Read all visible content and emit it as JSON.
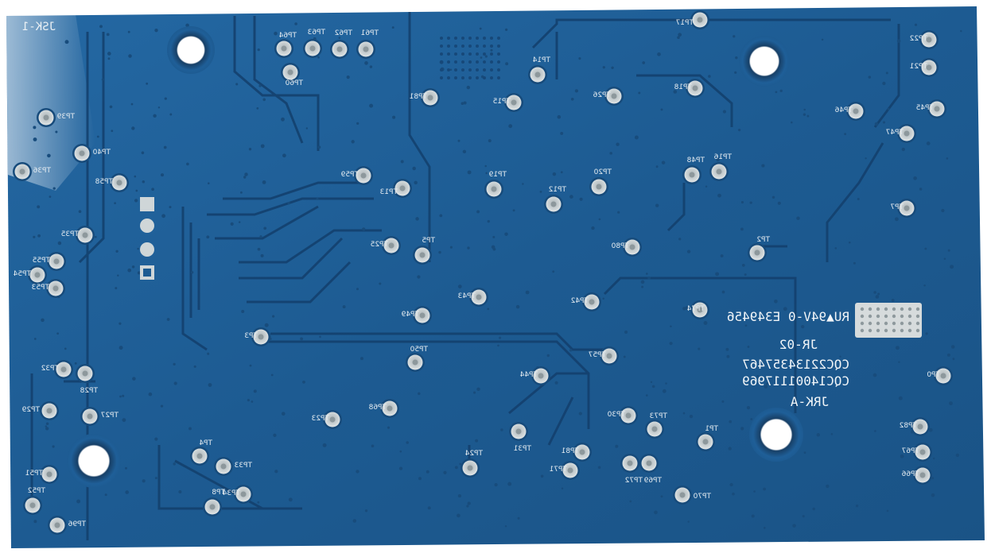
{
  "board": {
    "silkscreen_lines": [
      "RU▲94V-0 E349456",
      "JR-02",
      "CQC22134357467",
      "CQC14001117969",
      "JRK-A"
    ],
    "corner_label": "JSK-1",
    "pad_labels": [
      "TP17",
      "TP22",
      "TP21",
      "TP45",
      "TP47",
      "TP46",
      "TP18",
      "TP26",
      "TP15",
      "TP14",
      "TP81",
      "TP64",
      "TP63",
      "TP62",
      "TP61",
      "TP60",
      "TP59",
      "TP13",
      "TP19",
      "TP12",
      "TP20",
      "TP48",
      "TP16",
      "TP7",
      "TP80",
      "TP2",
      "TP5",
      "TP25",
      "TP43",
      "TP42",
      "TP74",
      "TP3",
      "TP49",
      "TP50",
      "TP57",
      "TP44",
      "TP68",
      "TP23",
      "TP24",
      "TP31",
      "TP30",
      "TP73",
      "TP1",
      "TP81",
      "TP71",
      "TP72",
      "TP69",
      "TP70",
      "TP82",
      "TP67",
      "TP66",
      "TP4",
      "TP33",
      "TP34",
      "TP8",
      "TP32",
      "TP28",
      "TP29",
      "TP27",
      "TP51",
      "TP52",
      "TP96",
      "TP53",
      "TP54",
      "TP55",
      "TP35",
      "TP36",
      "TP58",
      "TP40",
      "TP39",
      "TP0"
    ],
    "colors": {
      "solder_mask": "#1e5c91",
      "trace": "#123f6d",
      "pad_ring": "#d3d8d9",
      "pad_center": "#9ea9ae",
      "silk": "#e8eef2"
    }
  }
}
